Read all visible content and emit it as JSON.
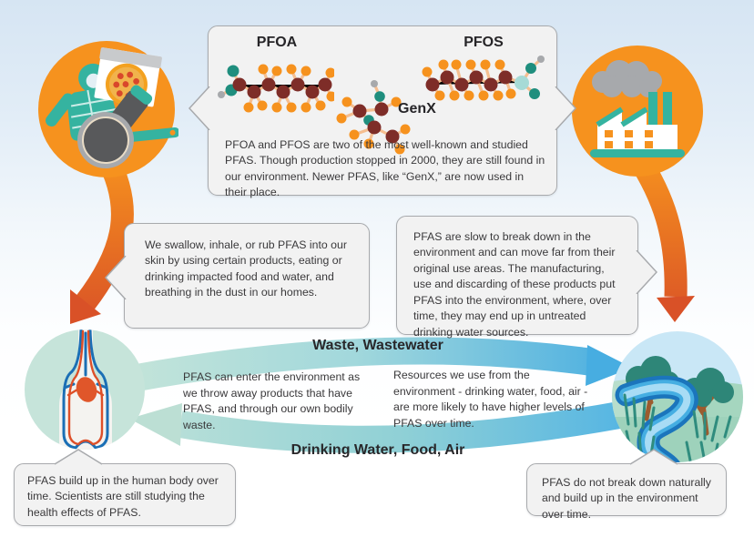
{
  "title": "PFAS exposure and environment cycle",
  "colors": {
    "orange": "#F6921E",
    "orange_dark": "#D95127",
    "teal": "#35B3A0",
    "mint": "#C6E4DA",
    "blue": "#47ADE1",
    "panel_fill": "#F2F2F2",
    "panel_border": "#A8AAAD",
    "text": "#3E3E40"
  },
  "molecule_panel": {
    "molecules": [
      {
        "id": "pfoa",
        "label": "PFOA"
      },
      {
        "id": "genx",
        "label": "GenX"
      },
      {
        "id": "pfos",
        "label": "PFOS"
      }
    ],
    "description": "PFOA and PFOS are two of the most well-known and studied PFAS. Though production stopped in 2000, they are still found in our environment. Newer PFAS, like “GenX,” are now used in their place."
  },
  "bubbles": {
    "exposure": "We swallow, inhale, or rub PFAS into our skin by using certain products, eating or drinking impacted food and water, and breathing in the dust in our homes.",
    "fate": "PFAS are slow to break down in the environment and can move far from their original use areas. The manufacturing, use and discarding of these products put PFAS into the environment, where, over time, they may end up in untreated drinking water sources."
  },
  "cycle": {
    "waste_label": "Waste, Wastewater",
    "drinking_label": "Drinking Water, Food, Air",
    "to_environment": "PFAS can enter the environment as we throw away products that have PFAS, and through our own bodily waste.",
    "from_environment": "Resources we use from the environment - drinking water, food, air - are more likely to have higher levels of PFAS over time."
  },
  "callouts": {
    "human": "PFAS build up in the human body over time. Scientists are still studying the health effects of PFAS.",
    "environment": "PFAS do not break down naturally and build up in the environment over time."
  },
  "icons": {
    "products_circle": [
      "jacket-icon",
      "pizza-box-icon",
      "paintbrush-icon",
      "frying-pan-icon"
    ],
    "factory_circle": [
      "factory-icon",
      "smoke-cloud-icon"
    ],
    "human_circle": [
      "circulatory-system-icon"
    ],
    "environment_circle": [
      "river-icon",
      "tree-icon",
      "grass-icon"
    ]
  }
}
